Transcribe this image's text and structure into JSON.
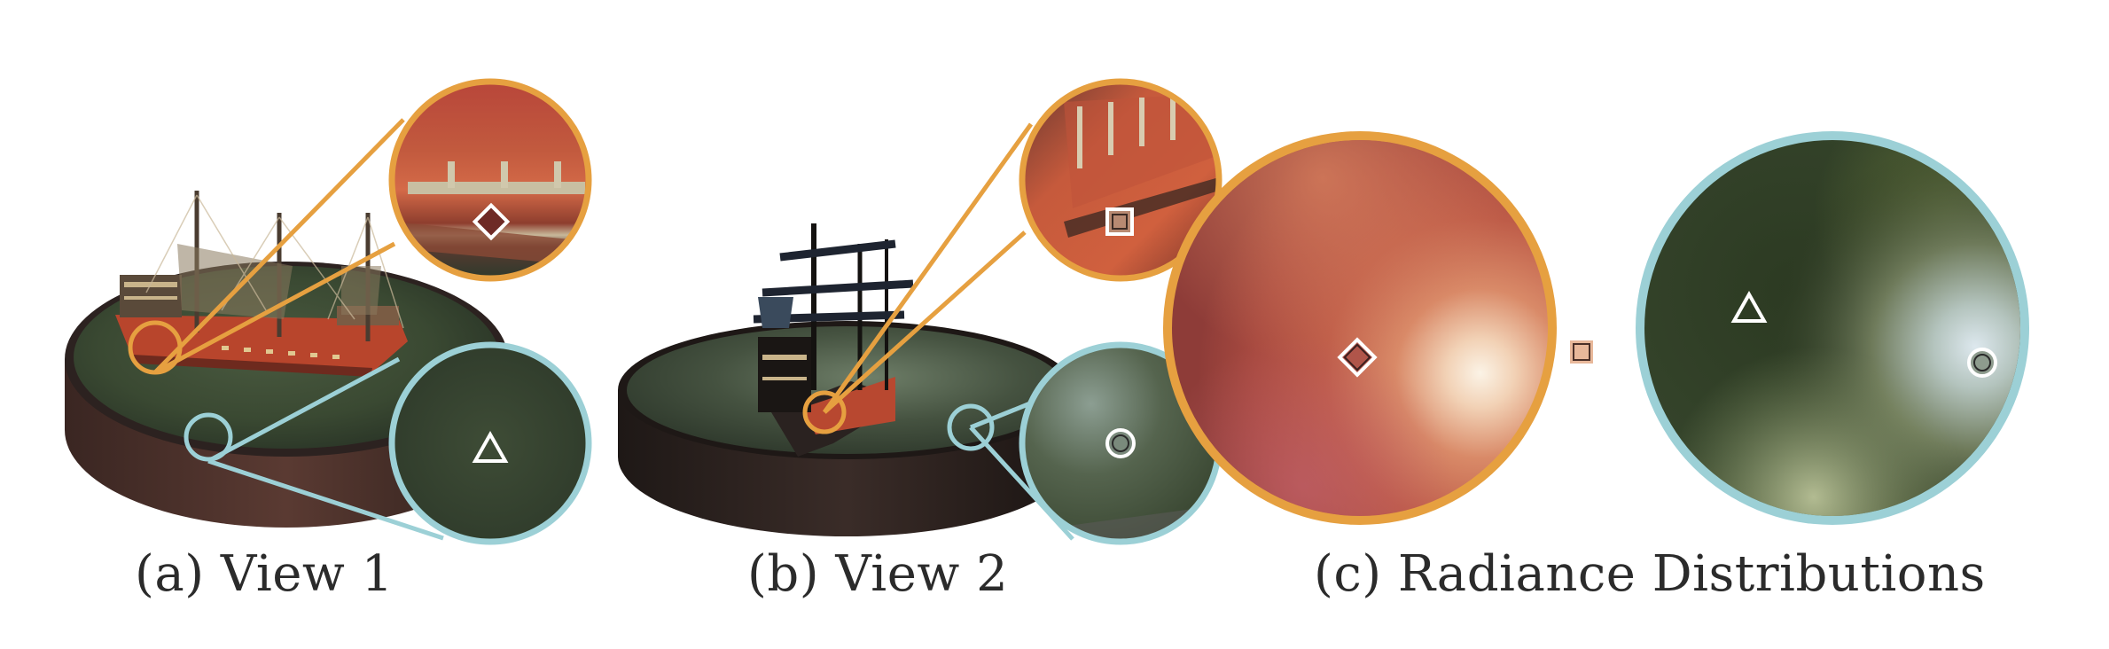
{
  "figure": {
    "panels": [
      {
        "id": "a",
        "caption": "(a) View 1"
      },
      {
        "id": "b",
        "caption": "(b) View 2"
      },
      {
        "id": "c",
        "caption": "(c) Radiance Distributions"
      }
    ],
    "markers": [
      "diamond",
      "square",
      "triangle",
      "circle"
    ],
    "colors": {
      "orange_ring": "#E6A040",
      "cyan_ring": "#9CD0D6",
      "ship_hull": "#C2462C",
      "water": "#3C4A34",
      "basin_wall": "#2A1E1C",
      "radiance_warm": "#B8543E",
      "radiance_green": "#2F3D25",
      "caption_text": "#2b2b2b"
    }
  }
}
